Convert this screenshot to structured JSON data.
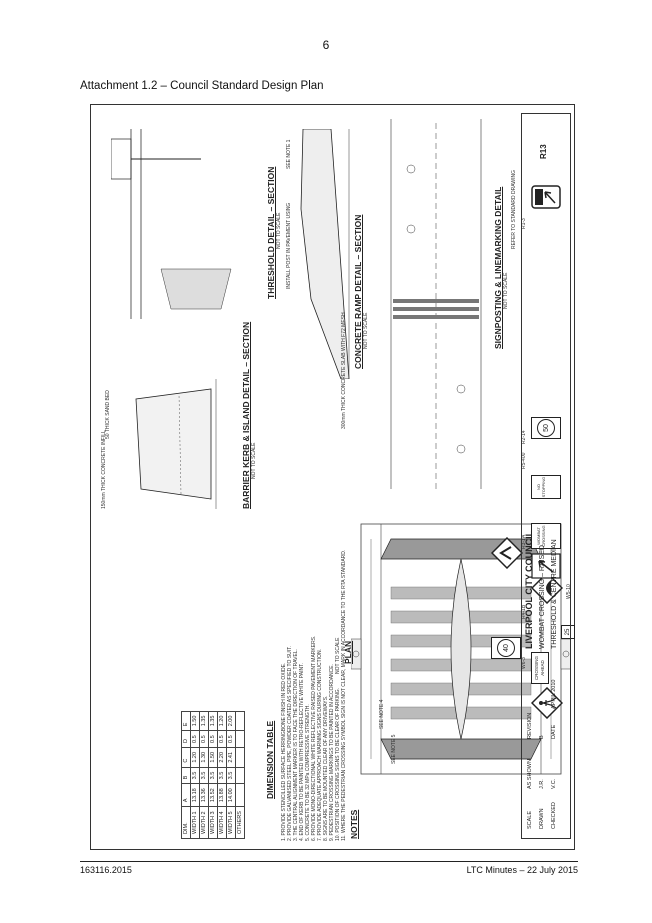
{
  "page": {
    "number": "6",
    "attachment_title": "Attachment 1.2 – Council Standard Design Plan",
    "footer_left": "163116.2015",
    "footer_right": "LTC Minutes – 22 July 2015"
  },
  "drawing": {
    "views": {
      "plan_title": "PLAN",
      "plan_scale": "NOT TO SCALE",
      "kerb_title": "BARRIER KERB & ISLAND DETAIL – SECTION",
      "kerb_scale": "NOT TO SCALE",
      "threshold_title": "THRESHOLD DETAIL – SECTION",
      "threshold_scale": "NOT TO SCALE",
      "ramp_title": "CONCRETE RAMP DETAIL – SECTION",
      "ramp_scale": "NOT TO SCALE",
      "sign_title": "SIGNPOSTING & LINEMARKING DETAIL",
      "sign_scale": "NOT TO SCALE"
    },
    "notes_title": "NOTES",
    "notes": [
      "1. PROVIDE STENCILLED SURFACE HERRINGBONE FINISH IN RED OXIDE.",
      "2. PROVIDE GALVANISED STEEL PIPE, POWDER COATED AS SPECIFIED TO SUIT.",
      "3. THE CENTRAL ALIGNMENT MARKER IS TO FACE THE DIRECTION OF TRAVEL.",
      "4. END OF KERB TO BE PAINTED WITH RETRO-REFLECTIVE WHITE PAINT.",
      "5. CONCRETE TO BE 32 MPa COMPRESSIVE STRENGTH.",
      "6. PROVIDE MONO-DIRECTIONAL WHITE REFLECTIVE RAISED PAVEMENT MARKERS.",
      "7. PROVIDE ADEQUATE APPROACH WARNING SIGNS DURING CONSTRUCTION.",
      "8. SIGNS ARE TO BE MOUNTED CLEAR OF ANY DRIVEWAYS.",
      "9. PEDESTRIAN CROSSING MARKINGS TO BE PAINTED IN ACCORDANCE.",
      "10. POSITION OF CROSSING SIGNS TO BE CLEAR OF PARKING.",
      "11. WHERE THE PEDESTRIAN CROSSING SYMBOL SIGN IS NOT CLEAR, MARK IN ACCORDANCE TO THE RTA STANDARD."
    ],
    "dimension_table": {
      "title": "DIMENSION TABLE",
      "headers": [
        "DIM.",
        "A",
        "B",
        "C",
        "D",
        "E"
      ],
      "rows": [
        [
          "WIDTH 1",
          "13.18",
          "3.5",
          "1.20",
          "0.5",
          "1.50"
        ],
        [
          "WIDTH 2",
          "13.36",
          "3.5",
          "1.30",
          "0.5",
          "1.35"
        ],
        [
          "WIDTH 3",
          "13.52",
          "3.5",
          "1.50",
          "0.5",
          "1.35"
        ],
        [
          "WIDTH 4",
          "13.88",
          "3.5",
          "2.20",
          "0.5",
          "1.20"
        ],
        [
          "WIDTH 5",
          "14.00",
          "3.5",
          "2.41",
          "0.5",
          "2.00"
        ],
        [
          "OTHERS",
          "",
          "",
          "",
          "",
          ""
        ]
      ]
    },
    "signs": {
      "speed_40": "40",
      "speed_50": "50",
      "no_stopping": "NO STOPPING",
      "crossing_ahead": "CROSSING AHEAD",
      "wombat_crossing": "WOMBAT CROSSING",
      "advisory_25": "25",
      "keep_left": "KEEP LEFT",
      "codes": [
        "R3-1A",
        "R2-14",
        "W6-3",
        "R5-400",
        "R4-1B",
        "W5-10",
        "R1-3"
      ]
    },
    "title_block": {
      "council": "LIVERPOOL CITY COUNCIL",
      "subtitle_1": "WOMBAT CROSSING – RAISED",
      "subtitle_2": "THRESHOLD & CENTRE MEDIAN",
      "drawing_no": "R13",
      "scale_label": "SCALE",
      "scale_value": "AS SHOWN",
      "drawn_label": "DRAWN",
      "drawn_value": "J.R.",
      "checked_label": "CHECKED",
      "checked_value": "V.C.",
      "date_label": "DATE",
      "date_value": "APRIL 2010",
      "rev_label": "REVISION",
      "rev_value": "B"
    },
    "callouts": {
      "see_note_1": "SEE NOTE 1",
      "see_note_4": "SEE NOTE 4",
      "see_note_5": "SEE NOTE 5",
      "kerb_label": "150mm THICK CONCRETE INFILL",
      "sand_bed": "50 THICK SAND BED",
      "ramp_note": "300mm THICK CONCRETE SLAB WITH F72 MESH",
      "threshold_note": "INSTALL POST IN PAVEMENT USING",
      "arrow_note": "REFER TO STANDARD DRAWING"
    }
  }
}
